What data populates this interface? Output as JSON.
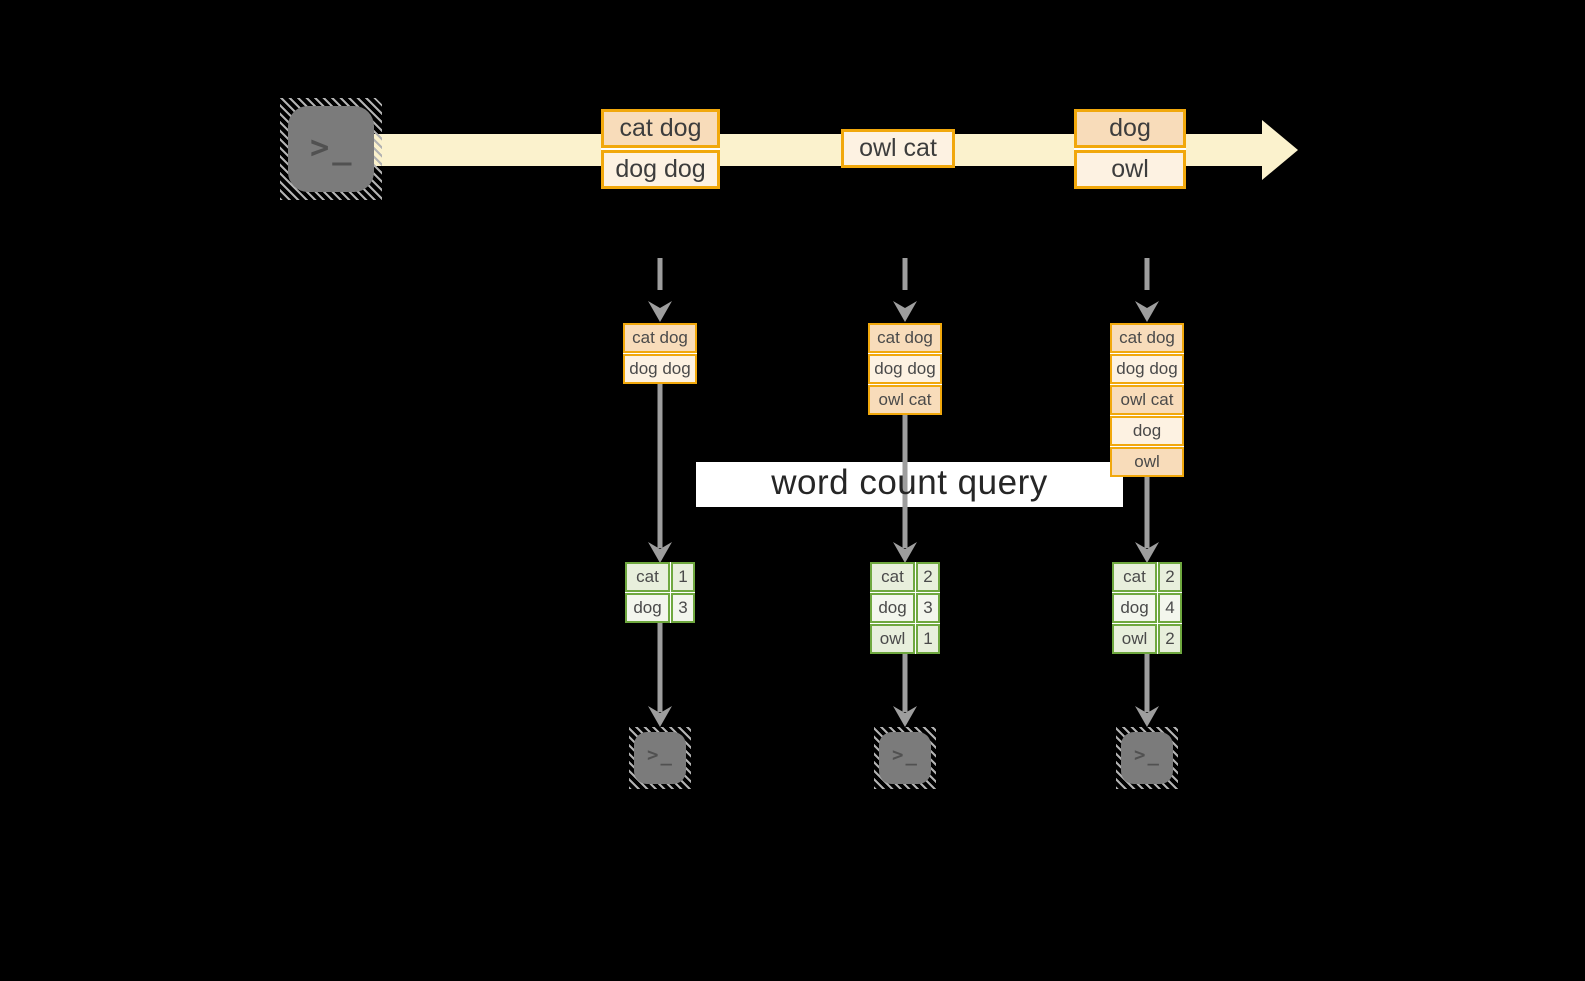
{
  "colors": {
    "background": "#000000",
    "amber_border": "#f1a80c",
    "row_peach": "#f8dcba",
    "row_cream": "#fdf2e2",
    "stream_band": "#fbf2cd",
    "green_border": "#6fa83f",
    "green_cell_dark": "#e8efdc",
    "green_cell_light": "#f3f6ed",
    "arrow_gray": "#9e9e9e",
    "terminal_gray": "#7b7b7b"
  },
  "input_terminal": {
    "glyph": ">_"
  },
  "stream": {
    "records": [
      {
        "rows": [
          {
            "text": "cat dog",
            "tone": "dark"
          },
          {
            "text": "dog dog",
            "tone": "light"
          }
        ]
      },
      {
        "rows": [
          {
            "text": "owl cat",
            "tone": "light"
          }
        ]
      },
      {
        "rows": [
          {
            "text": "dog",
            "tone": "dark"
          },
          {
            "text": "owl",
            "tone": "light"
          }
        ]
      }
    ]
  },
  "query_label": "word count query",
  "columns": [
    {
      "state_rows": [
        {
          "text": "cat dog",
          "tone": "dark"
        },
        {
          "text": "dog dog",
          "tone": "light"
        }
      ],
      "counts": [
        {
          "word": "cat",
          "count": "1"
        },
        {
          "word": "dog",
          "count": "3"
        }
      ]
    },
    {
      "state_rows": [
        {
          "text": "cat dog",
          "tone": "dark"
        },
        {
          "text": "dog dog",
          "tone": "light"
        },
        {
          "text": "owl cat",
          "tone": "dark"
        }
      ],
      "counts": [
        {
          "word": "cat",
          "count": "2"
        },
        {
          "word": "dog",
          "count": "3"
        },
        {
          "word": "owl",
          "count": "1"
        }
      ]
    },
    {
      "state_rows": [
        {
          "text": "cat dog",
          "tone": "dark"
        },
        {
          "text": "dog dog",
          "tone": "light"
        },
        {
          "text": "owl cat",
          "tone": "dark"
        },
        {
          "text": "dog",
          "tone": "light"
        },
        {
          "text": "owl",
          "tone": "dark"
        }
      ],
      "counts": [
        {
          "word": "cat",
          "count": "2"
        },
        {
          "word": "dog",
          "count": "4"
        },
        {
          "word": "owl",
          "count": "2"
        }
      ]
    }
  ],
  "output_terminals": [
    {
      "glyph": ">_"
    },
    {
      "glyph": ">_"
    },
    {
      "glyph": ">_"
    }
  ]
}
